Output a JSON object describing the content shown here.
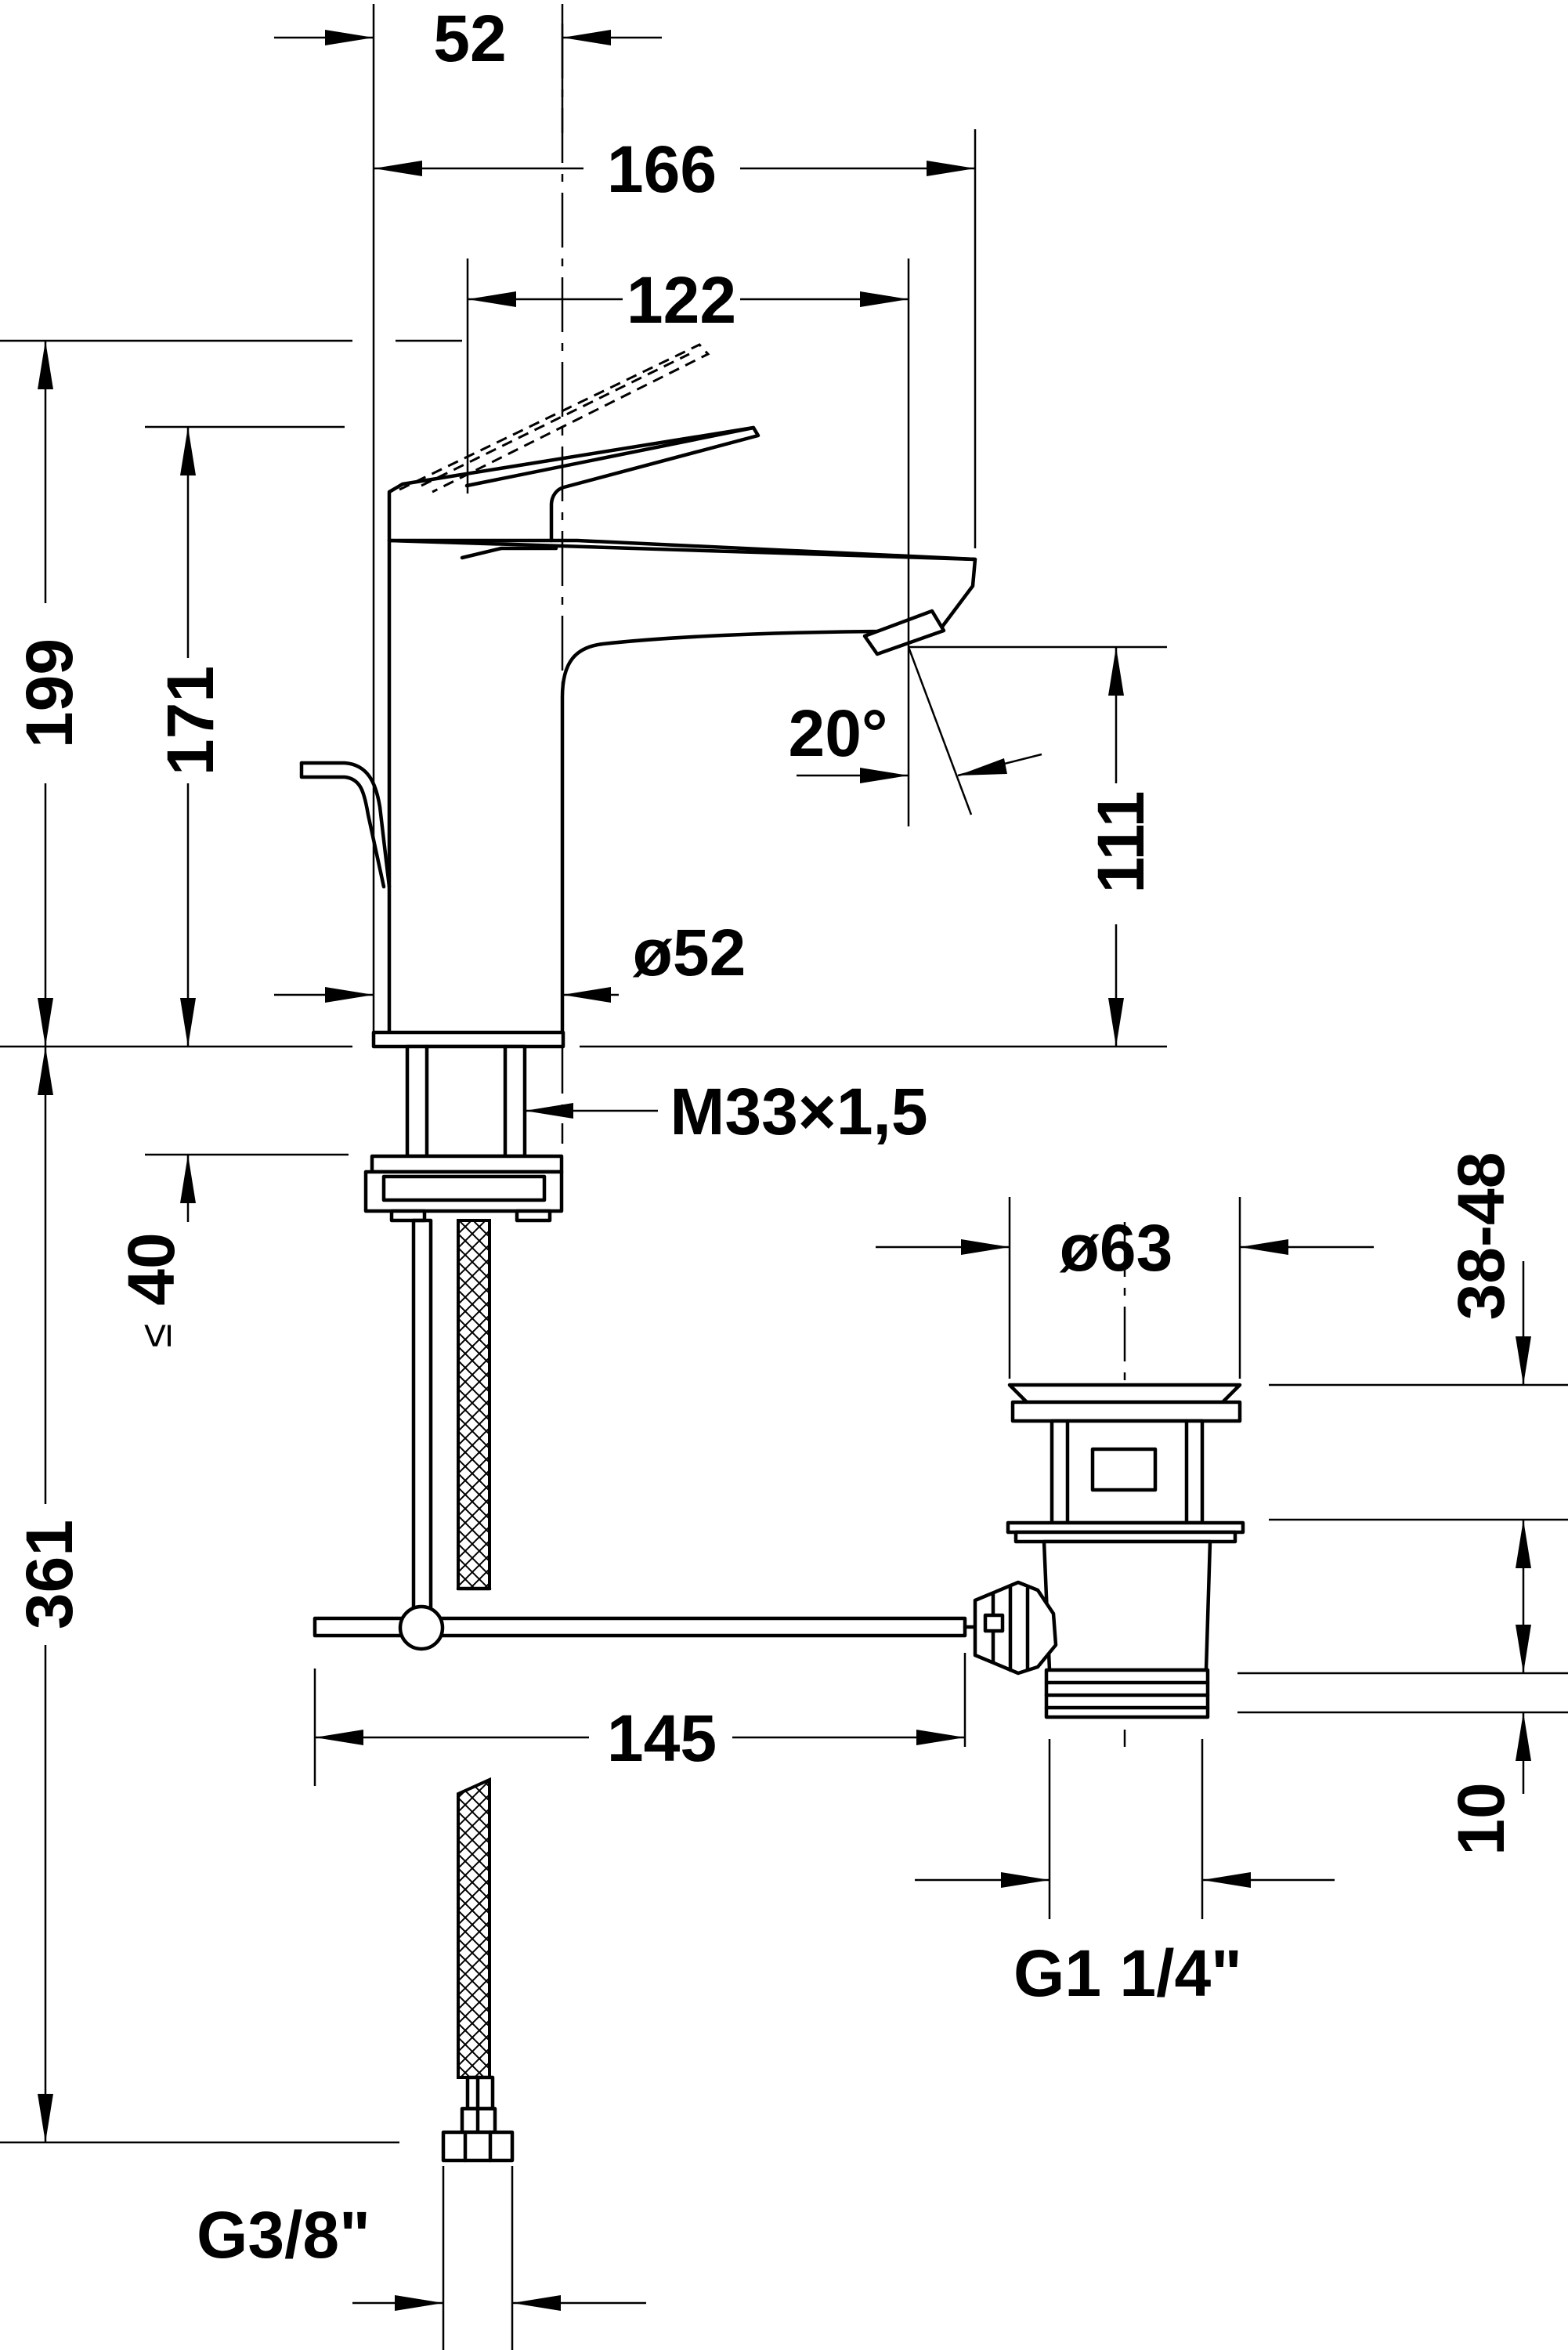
{
  "drawing": {
    "dimensions": {
      "d52_top": "52",
      "d166": "166",
      "d122": "122",
      "d199": "199",
      "d171": "171",
      "d20deg": "20°",
      "d111": "111",
      "dia52": "ø52",
      "thread_m33": "M33×1,5",
      "d40": "40",
      "d40_symbol": "≤",
      "dia63": "ø63",
      "d38_48": "38-48",
      "d361": "361",
      "d145": "145",
      "d10": "10",
      "g1_14": "G1 1/4\"",
      "g3_8": "G3/8\""
    }
  }
}
